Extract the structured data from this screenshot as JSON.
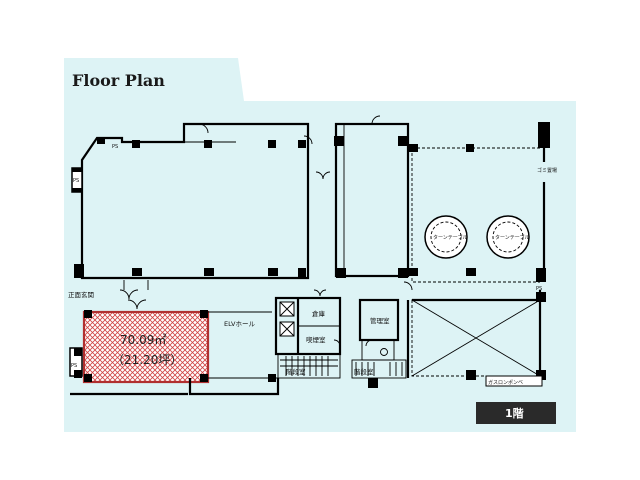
{
  "title": "Floor Plan",
  "floor_badge": "1階",
  "unit": {
    "area_m2": "70.09㎡",
    "area_tsubo": "（21.20坪）"
  },
  "labels": {
    "entrance": "正面玄関",
    "elv_hall": "ELVホール",
    "storage": "倉庫",
    "smoking_room": "喫煙室",
    "management_room": "管理室",
    "stairs_left": "階段室",
    "stairs_right": "階段室",
    "turntable_1": "ターンテーブル",
    "turntable_2": "ターンテーブル",
    "ps_top": "PS",
    "ps_left": "PS",
    "ps_left_lower": "PS",
    "trash_top": "ゴミ置場",
    "ps_right": "PS",
    "gas_pump": "ガスロンポンベ"
  },
  "colors": {
    "canvas": "#ddf3f5",
    "highlight": "#c33a3a",
    "badge": "#2a2a2a"
  }
}
